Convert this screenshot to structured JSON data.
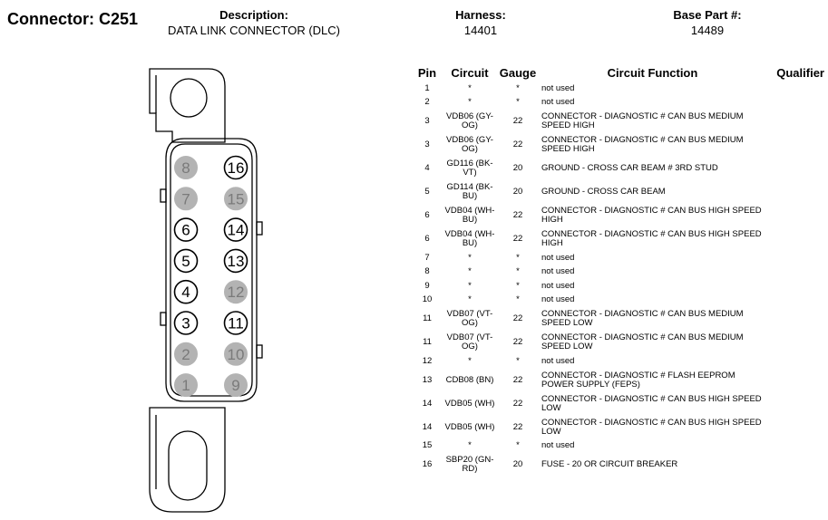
{
  "header": {
    "connector_title": "Connector: C251",
    "description_label": "Description:",
    "description_value": "DATA LINK CONNECTOR (DLC)",
    "harness_label": "Harness:",
    "harness_value": "14401",
    "base_part_label": "Base Part #:",
    "base_part_value": "14489"
  },
  "connector_pins": {
    "left_column": [
      {
        "pin": "8",
        "state": "unused"
      },
      {
        "pin": "7",
        "state": "unused"
      },
      {
        "pin": "6",
        "state": "used"
      },
      {
        "pin": "5",
        "state": "used"
      },
      {
        "pin": "4",
        "state": "used"
      },
      {
        "pin": "3",
        "state": "used"
      },
      {
        "pin": "2",
        "state": "unused"
      },
      {
        "pin": "1",
        "state": "unused"
      }
    ],
    "right_column": [
      {
        "pin": "16",
        "state": "used"
      },
      {
        "pin": "15",
        "state": "unused"
      },
      {
        "pin": "14",
        "state": "used"
      },
      {
        "pin": "13",
        "state": "used"
      },
      {
        "pin": "12",
        "state": "unused"
      },
      {
        "pin": "11",
        "state": "used"
      },
      {
        "pin": "10",
        "state": "unused"
      },
      {
        "pin": "9",
        "state": "unused"
      }
    ]
  },
  "colors": {
    "used_pin_fill": "#ffffff",
    "unused_pin_fill": "#b3b3b3",
    "unused_pin_text": "#7a7a7a",
    "outline": "#000000"
  },
  "table": {
    "headers": {
      "pin": "Pin",
      "circuit": "Circuit",
      "gauge": "Gauge",
      "function": "Circuit Function",
      "qualifier": "Qualifier"
    },
    "rows": [
      {
        "pin": "1",
        "circuit": "*",
        "gauge": "*",
        "function": "not used",
        "tall": false
      },
      {
        "pin": "2",
        "circuit": "*",
        "gauge": "*",
        "function": "not used",
        "tall": false
      },
      {
        "pin": "3",
        "circuit": "VDB06 (GY-OG)",
        "gauge": "22",
        "function": "CONNECTOR - DIAGNOSTIC # CAN BUS MEDIUM SPEED HIGH",
        "tall": true
      },
      {
        "pin": "3",
        "circuit": "VDB06 (GY-OG)",
        "gauge": "22",
        "function": "CONNECTOR - DIAGNOSTIC # CAN BUS MEDIUM SPEED HIGH",
        "tall": true
      },
      {
        "pin": "4",
        "circuit": "GD116 (BK-VT)",
        "gauge": "20",
        "function": "GROUND - CROSS CAR BEAM # 3RD STUD",
        "tall": true
      },
      {
        "pin": "5",
        "circuit": "GD114 (BK-BU)",
        "gauge": "20",
        "function": "GROUND - CROSS CAR BEAM",
        "tall": true
      },
      {
        "pin": "6",
        "circuit": "VDB04 (WH-BU)",
        "gauge": "22",
        "function": "CONNECTOR - DIAGNOSTIC # CAN BUS HIGH SPEED HIGH",
        "tall": true
      },
      {
        "pin": "6",
        "circuit": "VDB04 (WH-BU)",
        "gauge": "22",
        "function": "CONNECTOR - DIAGNOSTIC # CAN BUS HIGH SPEED HIGH",
        "tall": true
      },
      {
        "pin": "7",
        "circuit": "*",
        "gauge": "*",
        "function": "not used",
        "tall": false
      },
      {
        "pin": "8",
        "circuit": "*",
        "gauge": "*",
        "function": "not used",
        "tall": false
      },
      {
        "pin": "9",
        "circuit": "*",
        "gauge": "*",
        "function": "not used",
        "tall": false
      },
      {
        "pin": "10",
        "circuit": "*",
        "gauge": "*",
        "function": "not used",
        "tall": false
      },
      {
        "pin": "11",
        "circuit": "VDB07 (VT-OG)",
        "gauge": "22",
        "function": "CONNECTOR - DIAGNOSTIC # CAN BUS MEDIUM SPEED LOW",
        "tall": true
      },
      {
        "pin": "11",
        "circuit": "VDB07 (VT-OG)",
        "gauge": "22",
        "function": "CONNECTOR - DIAGNOSTIC # CAN BUS MEDIUM SPEED LOW",
        "tall": true
      },
      {
        "pin": "12",
        "circuit": "*",
        "gauge": "*",
        "function": "not used",
        "tall": false
      },
      {
        "pin": "13",
        "circuit": "CDB08 (BN)",
        "gauge": "22",
        "function": "CONNECTOR - DIAGNOSTIC # FLASH EEPROM POWER SUPPLY (FEPS)",
        "tall": true
      },
      {
        "pin": "14",
        "circuit": "VDB05 (WH)",
        "gauge": "22",
        "function": "CONNECTOR - DIAGNOSTIC # CAN BUS HIGH SPEED LOW",
        "tall": true
      },
      {
        "pin": "14",
        "circuit": "VDB05 (WH)",
        "gauge": "22",
        "function": "CONNECTOR - DIAGNOSTIC # CAN BUS HIGH SPEED LOW",
        "tall": true
      },
      {
        "pin": "15",
        "circuit": "*",
        "gauge": "*",
        "function": "not used",
        "tall": false
      },
      {
        "pin": "16",
        "circuit": "SBP20 (GN-RD)",
        "gauge": "20",
        "function": "FUSE - 20 OR CIRCUIT BREAKER",
        "tall": true
      }
    ]
  }
}
